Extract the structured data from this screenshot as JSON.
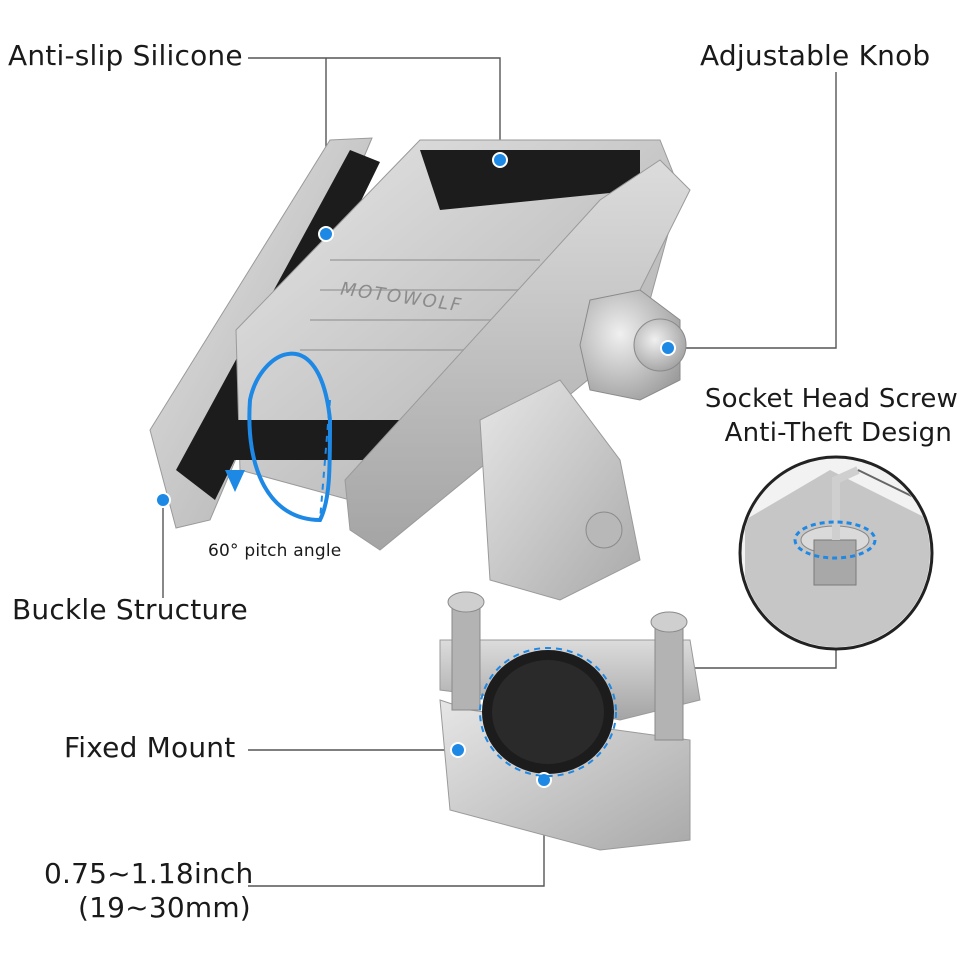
{
  "labels": {
    "anti_slip": "Anti-slip Silicone",
    "knob": "Adjustable Knob",
    "screw_line1": "Socket Head Screw",
    "screw_line2": "Anti-Theft Design",
    "pitch": "60° pitch angle",
    "buckle": "Buckle Structure",
    "mount": "Fixed Mount",
    "size_line1": "0.75~1.18inch",
    "size_line2": "(19~30mm)"
  },
  "brand": {
    "engraving": "MOTOWOLF"
  },
  "colors": {
    "accent": "#1e88e5",
    "metal": "#c9c9c9",
    "metal_dark": "#9a9a9a",
    "rubber": "#1c1c1c",
    "leader": "#555555"
  }
}
